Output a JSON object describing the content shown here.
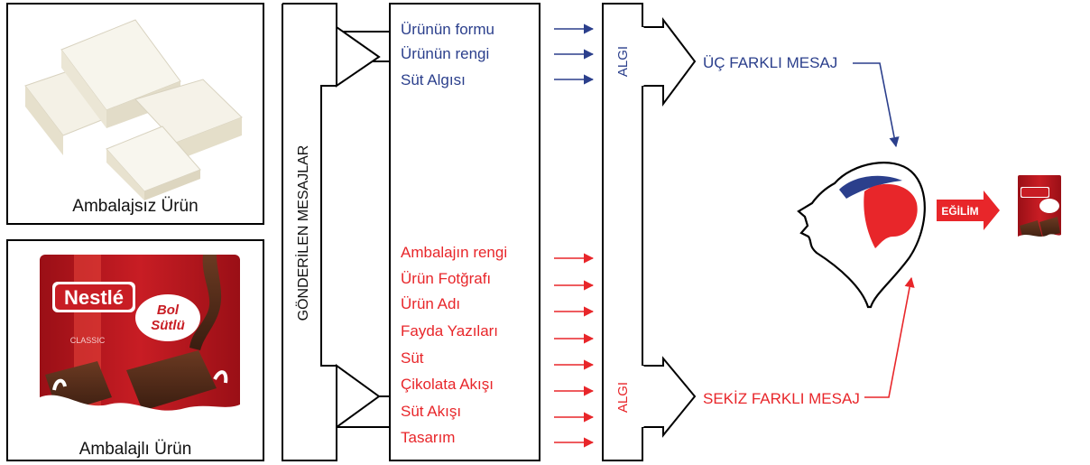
{
  "products": {
    "unpackaged_label": "Ambalajsız Ürün",
    "packaged_label": "Ambalajlı Ürün",
    "brand_text": "Nestlé",
    "bol_text": "Bol",
    "sutlu_text": "Sütlü",
    "classic_text": "CLASSIC"
  },
  "sent_messages_label": "GÖNDERİLEN MESAJLAR",
  "blue_messages": [
    "Ürünün formu",
    "Ürünün rengi",
    "Süt Algısı"
  ],
  "red_messages": [
    "Ambalajın rengi",
    "Ürün Fotğrafı",
    "Ürün Adı",
    "Fayda Yazıları",
    "Süt",
    "Çikolata Akışı",
    "Süt Akışı",
    "Tasarım"
  ],
  "perception_top": "ALGI",
  "perception_bottom": "ALGI",
  "result_top": "ÜÇ FARKLI MESAJ",
  "result_bottom": "SEKİZ FARKLI MESAJ",
  "tendency_label": "EĞİLİM",
  "colors": {
    "blue": "#2b3f8c",
    "red": "#e8262a",
    "chocolate_red": "#b3181f"
  }
}
